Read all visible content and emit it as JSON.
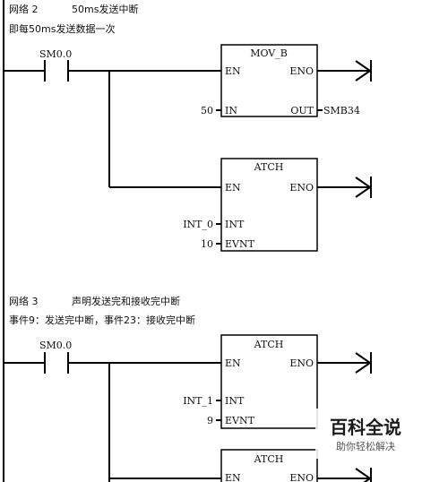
{
  "network2": {
    "title": "网络 2",
    "title_detail": "50ms发送中断",
    "comment": "即每50ms发送数据一次",
    "contact": "SM0.0",
    "mov_b": {
      "name": "MOV_B",
      "en": "EN",
      "eno": "ENO",
      "in_label": "IN",
      "in_value": "50",
      "out_label": "OUT",
      "out_value": "SMB34"
    },
    "atch": {
      "name": "ATCH",
      "en": "EN",
      "eno": "ENO",
      "int_label": "INT",
      "int_value": "INT_0",
      "evnt_label": "EVNT",
      "evnt_value": "10"
    }
  },
  "network3": {
    "title": "网络 3",
    "title_detail": "声明发送完和接收完中断",
    "comment": "事件9：发送完中断，事件23：接收完中断",
    "contact": "SM0.0",
    "atch1": {
      "name": "ATCH",
      "en": "EN",
      "eno": "ENO",
      "int_label": "INT",
      "int_value": "INT_1",
      "evnt_label": "EVNT",
      "evnt_value": "9"
    },
    "atch2": {
      "name": "ATCH",
      "en": "EN",
      "eno": "ENO"
    }
  },
  "watermark": {
    "main": "百科全说",
    "sub": "助你轻松解决"
  }
}
